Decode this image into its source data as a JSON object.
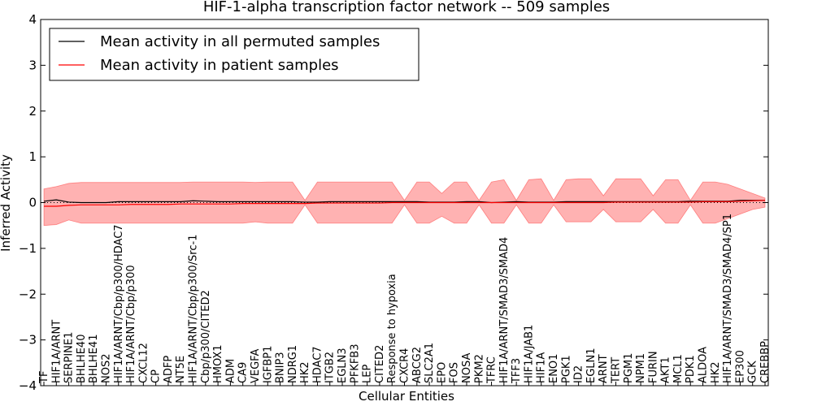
{
  "chart_data": {
    "type": "line",
    "title": "HIF-1-alpha transcription factor network -- 509 samples",
    "xlabel": "Cellular Entities",
    "ylabel": "Inferred Activity",
    "ylim": [
      -4,
      4
    ],
    "yticks": [
      -4,
      -3,
      -2,
      -1,
      0,
      1,
      2,
      3,
      4
    ],
    "grid": false,
    "legend_position": "top-left",
    "colors": {
      "permuted": "#000000",
      "patient": "#ff0000",
      "band": "#ff0000"
    },
    "categories": [
      "TF",
      "HIF1A/ARNT",
      "SERPINE1",
      "BHLHE40",
      "BHLHE41",
      "NOS2",
      "HIF1A/ARNT/Cbp/p300/HDAC7",
      "HIF1A/ARNT/Cbp/p300",
      "CXCL12",
      "CP",
      "ADFP",
      "NT5E",
      "HIF1A/ARNT/Cbp/p300/Src-1",
      "Cbp/p300/CITED2",
      "HMOX1",
      "ADM",
      "CA9",
      "VEGFA",
      "IGFBP1",
      "BNIP3",
      "NDRG1",
      "HK2",
      "HDAC7",
      "ITGB2",
      "EGLN3",
      "PFKFB3",
      "LEP",
      "CITED2",
      "Response to hypoxia",
      "CXCR4",
      "ABCG2",
      "SLC2A1",
      "EPO",
      "FOS",
      "NOSA",
      "PKM2",
      "TFRC",
      "HIF1A/ARNT/SMAD3/SMAD4",
      "TFF3",
      "HIF1A/JAB1",
      "HIF1A",
      "ENO1",
      "PGK1",
      "ID2",
      "EGLN1",
      "ARNT",
      "TERT",
      "PGM1",
      "NPM1",
      "FURIN",
      "AKT1",
      "MCL1",
      "PDK1",
      "ALDOA",
      "HK2",
      "HIF1A/ARNT/SMAD3/SMAD4/SP1",
      "EP300",
      "GCK",
      "CREBBP"
    ],
    "series": [
      {
        "name": "Mean activity in all permuted samples",
        "values": [
          0.03,
          0.06,
          0.01,
          0.0,
          0.0,
          0.0,
          0.02,
          0.02,
          0.02,
          0.02,
          0.02,
          0.02,
          0.04,
          0.03,
          0.02,
          0.02,
          0.02,
          0.02,
          0.02,
          0.02,
          0.02,
          0.01,
          0.01,
          0.02,
          0.02,
          0.02,
          0.02,
          0.02,
          0.02,
          0.02,
          0.02,
          0.01,
          0.01,
          0.01,
          0.02,
          0.02,
          0.0,
          0.01,
          0.02,
          0.01,
          0.01,
          0.01,
          0.02,
          0.02,
          0.02,
          0.02,
          0.02,
          0.02,
          0.02,
          0.02,
          0.02,
          0.02,
          0.03,
          0.03,
          0.03,
          0.03,
          0.05,
          0.05,
          0.05
        ]
      },
      {
        "name": "Mean activity in patient samples",
        "values": [
          -0.08,
          -0.08,
          -0.06,
          -0.05,
          -0.05,
          -0.05,
          -0.05,
          -0.04,
          -0.04,
          -0.04,
          -0.04,
          -0.03,
          -0.03,
          -0.03,
          -0.03,
          -0.03,
          -0.02,
          -0.02,
          -0.02,
          -0.02,
          -0.02,
          -0.02,
          -0.01,
          -0.01,
          -0.01,
          -0.01,
          -0.01,
          -0.01,
          0.0,
          0.0,
          0.0,
          0.0,
          0.0,
          0.0,
          0.0,
          0.0,
          0.0,
          0.0,
          0.0,
          0.0,
          0.0,
          0.0,
          0.0,
          0.0,
          0.0,
          0.0,
          0.01,
          0.01,
          0.01,
          0.01,
          0.01,
          0.01,
          0.01,
          0.02,
          0.02,
          0.02,
          0.03,
          0.04,
          0.05
        ]
      }
    ],
    "band": {
      "upper": [
        0.3,
        0.35,
        0.42,
        0.44,
        0.44,
        0.44,
        0.44,
        0.44,
        0.44,
        0.44,
        0.44,
        0.44,
        0.45,
        0.45,
        0.45,
        0.45,
        0.45,
        0.44,
        0.45,
        0.45,
        0.45,
        0.05,
        0.45,
        0.45,
        0.45,
        0.45,
        0.45,
        0.45,
        0.45,
        0.05,
        0.45,
        0.45,
        0.2,
        0.45,
        0.45,
        0.05,
        0.45,
        0.5,
        0.05,
        0.5,
        0.52,
        0.05,
        0.5,
        0.52,
        0.52,
        0.15,
        0.52,
        0.52,
        0.52,
        0.15,
        0.5,
        0.5,
        0.05,
        0.45,
        0.45,
        0.4,
        0.3,
        0.2,
        0.1
      ],
      "lower": [
        -0.5,
        -0.48,
        -0.38,
        -0.45,
        -0.45,
        -0.45,
        -0.45,
        -0.45,
        -0.45,
        -0.45,
        -0.45,
        -0.45,
        -0.45,
        -0.45,
        -0.45,
        -0.45,
        -0.45,
        -0.42,
        -0.45,
        -0.45,
        -0.45,
        -0.05,
        -0.45,
        -0.45,
        -0.45,
        -0.45,
        -0.45,
        -0.45,
        -0.45,
        -0.05,
        -0.45,
        -0.45,
        -0.3,
        -0.45,
        -0.45,
        -0.05,
        -0.45,
        -0.45,
        -0.05,
        -0.45,
        -0.45,
        -0.05,
        -0.42,
        -0.42,
        -0.42,
        -0.15,
        -0.42,
        -0.42,
        -0.42,
        -0.15,
        -0.45,
        -0.45,
        -0.05,
        -0.45,
        -0.45,
        -0.35,
        -0.25,
        -0.15,
        -0.1
      ]
    }
  }
}
